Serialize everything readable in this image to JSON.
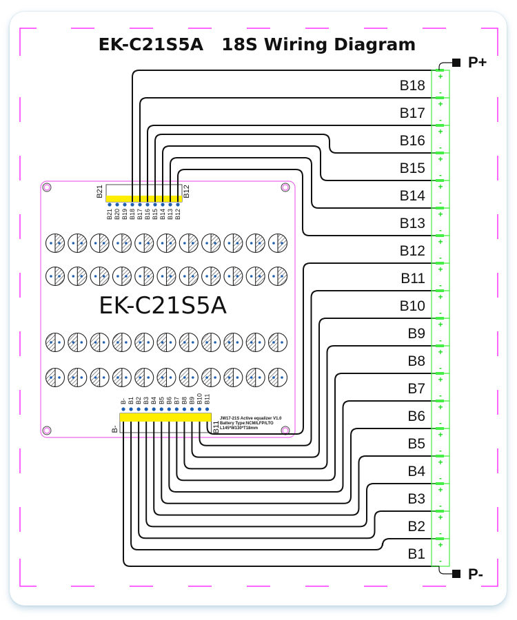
{
  "title": "EK-C21S5A   18S Wiring Diagram",
  "board": {
    "label": "EK-C21S5A",
    "info_lines": [
      "JW17-21S Active equalizer V1.0",
      "Battery Type:NCM/LFP/LTO",
      "L145*W130*T18mm"
    ],
    "top_connector": {
      "left_label": "B21",
      "right_label": "B12",
      "pins": [
        "B21",
        "B20",
        "B19",
        "B18",
        "B17",
        "B16",
        "B15",
        "B14",
        "B13",
        "B12"
      ]
    },
    "bottom_connector": {
      "left_label": "B-",
      "right_label": "B11",
      "pins": [
        "B-",
        "B1",
        "B2",
        "B3",
        "B4",
        "B5",
        "B6",
        "B7",
        "B8",
        "B9",
        "B10",
        "B11"
      ]
    }
  },
  "cells": [
    "B18",
    "B17",
    "B16",
    "B15",
    "B14",
    "B13",
    "B12",
    "B11",
    "B10",
    "B9",
    "B8",
    "B7",
    "B6",
    "B5",
    "B4",
    "B3",
    "B2",
    "B1"
  ],
  "cell_signs": {
    "positive": "+",
    "negative": "-"
  },
  "terminals": {
    "positive": "P+",
    "negative": "P-"
  },
  "colors": {
    "cut_line": "#ff33ff",
    "board_outline": "#ee66ee",
    "connector": "#ffee00",
    "pin_dot": "#1f5fb0",
    "cell_outline": "#44ee44",
    "wire": "#111111"
  }
}
